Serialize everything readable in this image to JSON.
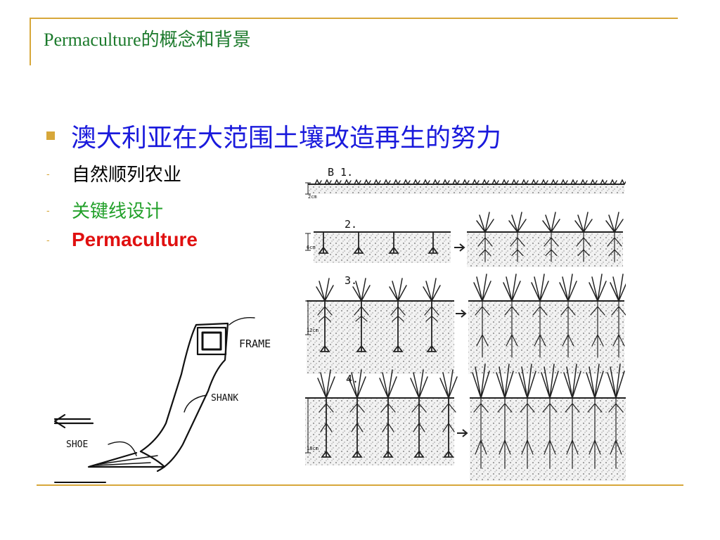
{
  "slide": {
    "title": "Permaculture的概念和背景",
    "heading": "澳大利亚在大范围土壤改造再生的努力",
    "items": [
      {
        "dash": "-",
        "text": "自然顺列农业",
        "color": "#000000"
      },
      {
        "dash": "-",
        "text": "关键线设计",
        "color": "#22a02a"
      },
      {
        "dash": "-",
        "text": "Permaculture",
        "color": "#e01010"
      }
    ]
  },
  "colors": {
    "accent": "#d7a73a",
    "title": "#1c7a2c",
    "heading": "#1a1adc"
  },
  "plow_sketch": {
    "labels": {
      "frame": "FRAME",
      "shank": "SHANK",
      "shoe": "SHOE"
    }
  },
  "root_figure": {
    "stage_labels": [
      "B 1.",
      "2.",
      "3.",
      "4."
    ],
    "depth_labels": [
      "2cm",
      "6cm",
      "12cm",
      "18cm"
    ]
  }
}
